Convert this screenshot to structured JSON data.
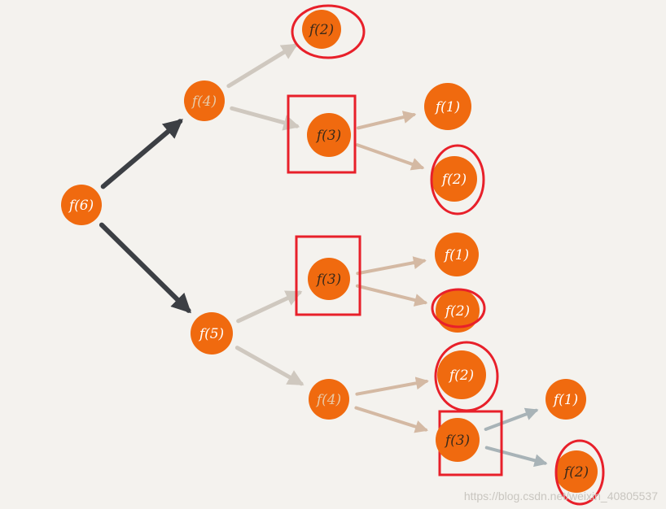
{
  "diagram": {
    "nodes": [
      {
        "id": "f6",
        "label": "f(6)",
        "tone": "light"
      },
      {
        "id": "f4a",
        "label": "f(4)",
        "tone": "muted"
      },
      {
        "id": "f5",
        "label": "f(5)",
        "tone": "light"
      },
      {
        "id": "f2a",
        "label": "f(2)",
        "tone": "dark",
        "mark": "circle"
      },
      {
        "id": "f3a",
        "label": "f(3)",
        "tone": "dark",
        "mark": "box"
      },
      {
        "id": "f1a",
        "label": "f(1)",
        "tone": "light"
      },
      {
        "id": "f2b",
        "label": "f(2)",
        "tone": "light",
        "mark": "circle"
      },
      {
        "id": "f3b",
        "label": "f(3)",
        "tone": "dark",
        "mark": "box"
      },
      {
        "id": "f1b",
        "label": "f(1)",
        "tone": "light"
      },
      {
        "id": "f2c",
        "label": "f(2)",
        "tone": "light",
        "mark": "circle"
      },
      {
        "id": "f4b",
        "label": "f(4)",
        "tone": "muted"
      },
      {
        "id": "f2d",
        "label": "f(2)",
        "tone": "light",
        "mark": "circle"
      },
      {
        "id": "f3c",
        "label": "f(3)",
        "tone": "dark",
        "mark": "box"
      },
      {
        "id": "f1c",
        "label": "f(1)",
        "tone": "light"
      },
      {
        "id": "f2e",
        "label": "f(2)",
        "tone": "dark",
        "mark": "circle"
      }
    ],
    "edges": [
      {
        "from": "f6",
        "to": "f4a",
        "style": "dark"
      },
      {
        "from": "f6",
        "to": "f5",
        "style": "dark"
      },
      {
        "from": "f4a",
        "to": "f2a",
        "style": "faint"
      },
      {
        "from": "f4a",
        "to": "f3a",
        "style": "faint"
      },
      {
        "from": "f3a",
        "to": "f1a",
        "style": "tan"
      },
      {
        "from": "f3a",
        "to": "f2b",
        "style": "tan"
      },
      {
        "from": "f5",
        "to": "f3b",
        "style": "faint"
      },
      {
        "from": "f5",
        "to": "f4b",
        "style": "faint"
      },
      {
        "from": "f3b",
        "to": "f1b",
        "style": "tan"
      },
      {
        "from": "f3b",
        "to": "f2c",
        "style": "tan"
      },
      {
        "from": "f4b",
        "to": "f2d",
        "style": "tan"
      },
      {
        "from": "f4b",
        "to": "f3c",
        "style": "tan"
      },
      {
        "from": "f3c",
        "to": "f1c",
        "style": "gray"
      },
      {
        "from": "f3c",
        "to": "f2e",
        "style": "gray"
      }
    ]
  },
  "colors": {
    "node_fill": "#f06a0f",
    "highlight": "#e8202a",
    "edge_dark": "#3c3f44",
    "edge_faint": "#cfc8bf",
    "edge_tan": "#d4b9a3",
    "edge_gray": "#a8b3b7",
    "background": "#f4f2ee"
  },
  "watermark": "https://blog.csdn.net/weixin_40805537"
}
